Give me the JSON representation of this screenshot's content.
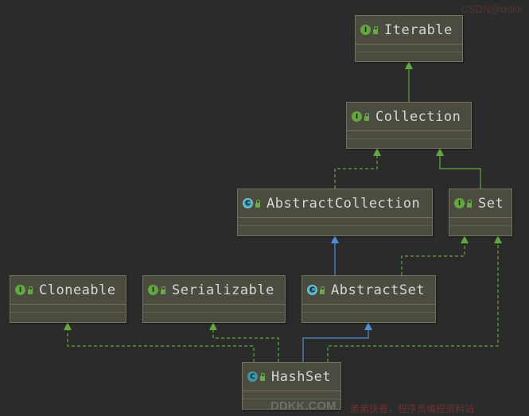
{
  "diagram": {
    "nodes": {
      "iterable": {
        "name": "Iterable",
        "kind": "interface",
        "badge": "I"
      },
      "collection": {
        "name": "Collection",
        "kind": "interface",
        "badge": "I"
      },
      "abstract_collection": {
        "name": "AbstractCollection",
        "kind": "abstract-class",
        "badge": "C"
      },
      "set": {
        "name": "Set",
        "kind": "interface",
        "badge": "I"
      },
      "cloneable": {
        "name": "Cloneable",
        "kind": "interface",
        "badge": "I"
      },
      "serializable": {
        "name": "Serializable",
        "kind": "interface",
        "badge": "I"
      },
      "abstract_set": {
        "name": "AbstractSet",
        "kind": "abstract-class",
        "badge": "C"
      },
      "hashset": {
        "name": "HashSet",
        "kind": "class",
        "badge": "C"
      }
    },
    "edges": [
      {
        "from": "Collection",
        "to": "Iterable",
        "type": "extends"
      },
      {
        "from": "AbstractCollection",
        "to": "Collection",
        "type": "implements"
      },
      {
        "from": "Set",
        "to": "Collection",
        "type": "extends"
      },
      {
        "from": "AbstractSet",
        "to": "AbstractCollection",
        "type": "extends-class"
      },
      {
        "from": "AbstractSet",
        "to": "Set",
        "type": "implements"
      },
      {
        "from": "HashSet",
        "to": "Cloneable",
        "type": "implements"
      },
      {
        "from": "HashSet",
        "to": "Serializable",
        "type": "implements"
      },
      {
        "from": "HashSet",
        "to": "AbstractSet",
        "type": "extends-class"
      },
      {
        "from": "HashSet",
        "to": "Set",
        "type": "implements"
      }
    ],
    "colors": {
      "background": "#2b2b2b",
      "node_fill": "#4c4b3f",
      "node_border": "#727163",
      "interface_edge": "#62a83f",
      "class_edge": "#4c8fd6",
      "label": "#d6d6d6"
    }
  },
  "watermark": {
    "top": "CSDN@ddkk",
    "bottom": "DDKK.COM",
    "bottom2": "弟弟快看，程序员编程资料站"
  }
}
